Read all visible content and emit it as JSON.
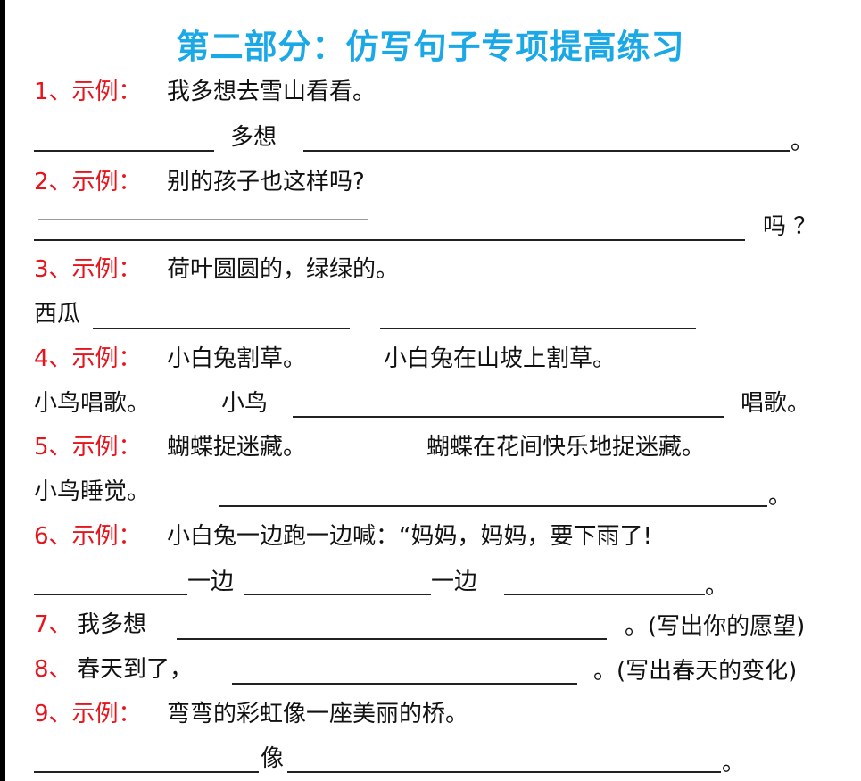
{
  "title": "第二部分：仿写句子专项提高练习",
  "q1": {
    "label": "1、示例：",
    "example": "我多想去雪山看看。",
    "fill_word": "多想",
    "end": "。"
  },
  "q2": {
    "label": "2、示例：",
    "example": "别的孩子也这样吗?",
    "end": "吗 ？"
  },
  "q3": {
    "label": "3、示例：",
    "example": "荷叶圆圆的，绿绿的。",
    "start": "西瓜"
  },
  "q4": {
    "label": "4、示例：",
    "example_a": "小白兔割草。",
    "example_b": "小白兔在山坡上割草。",
    "given": "小鸟唱歌。",
    "start": "小鸟",
    "end": "唱歌。"
  },
  "q5": {
    "label": "5、示例：",
    "example_a": "蝴蝶捉迷藏。",
    "example_b": "蝴蝶在花间快乐地捉迷藏。",
    "given": "小鸟睡觉。",
    "end": "。"
  },
  "q6": {
    "label": "6、示例：",
    "example": "小白兔一边跑一边喊：“妈妈，妈妈，要下雨了!",
    "word1": "一边",
    "word2": "一边",
    "end": "。"
  },
  "q7": {
    "num": "7、",
    "start": "我多想",
    "end": "。(写出你的愿望)"
  },
  "q8": {
    "num": "8、",
    "start": "春天到了，",
    "end": "。(写出春天的变化)"
  },
  "q9": {
    "label": "9、示例：",
    "example": "弯弯的彩虹像一座美丽的桥。",
    "word": "像",
    "end": "。"
  }
}
